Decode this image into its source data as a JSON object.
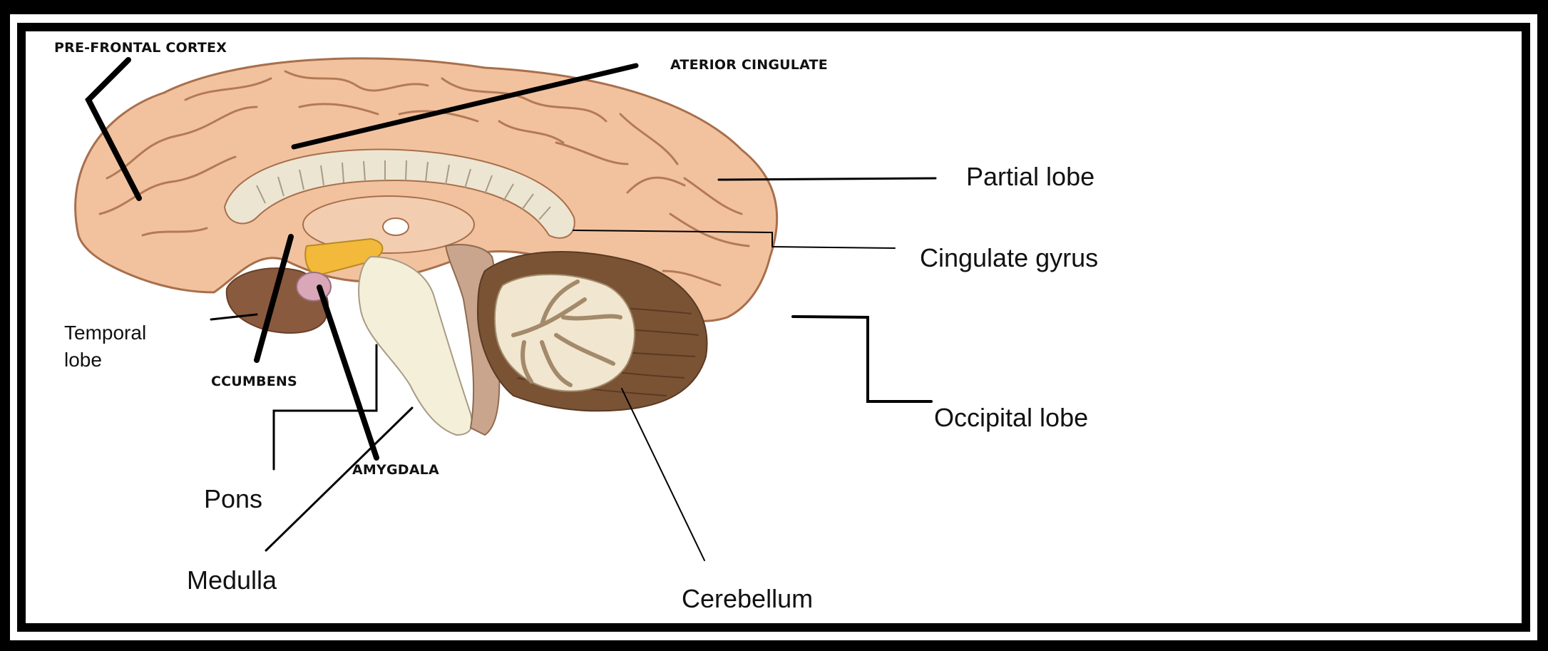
{
  "diagram": {
    "labels": {
      "prefrontal_cortex": "PRE-FRONTAL CORTEX",
      "anterior_cingulate": "ATERIOR CINGULATE",
      "parietal_lobe": "Partial lobe",
      "cingulate_gyrus": "Cingulate gyrus",
      "temporal_lobe": "Temporal lobe",
      "nucleus_accumbens": "CCUMBENS",
      "occipital_lobe": "Occipital lobe",
      "pons": "Pons",
      "amygdala": "AMYGDALA",
      "medulla": "Medulla",
      "cerebellum": "Cerebellum"
    },
    "colors": {
      "frame": "#000000",
      "panel": "#ffffff",
      "cortex": "#f2c29f",
      "cortex_outline": "#a86f4c",
      "corpus_callosum": "#ece5d2",
      "brainstem": "#f4efd9",
      "cerebellum_dark": "#7a5335",
      "cerebellum_light": "#f1e6cf",
      "temporal_dark": "#8a5a3e",
      "thalamus": "#f3cdb0",
      "hypothalamus": "#f2b93b",
      "amygdala_node": "#d9a7b7"
    }
  }
}
